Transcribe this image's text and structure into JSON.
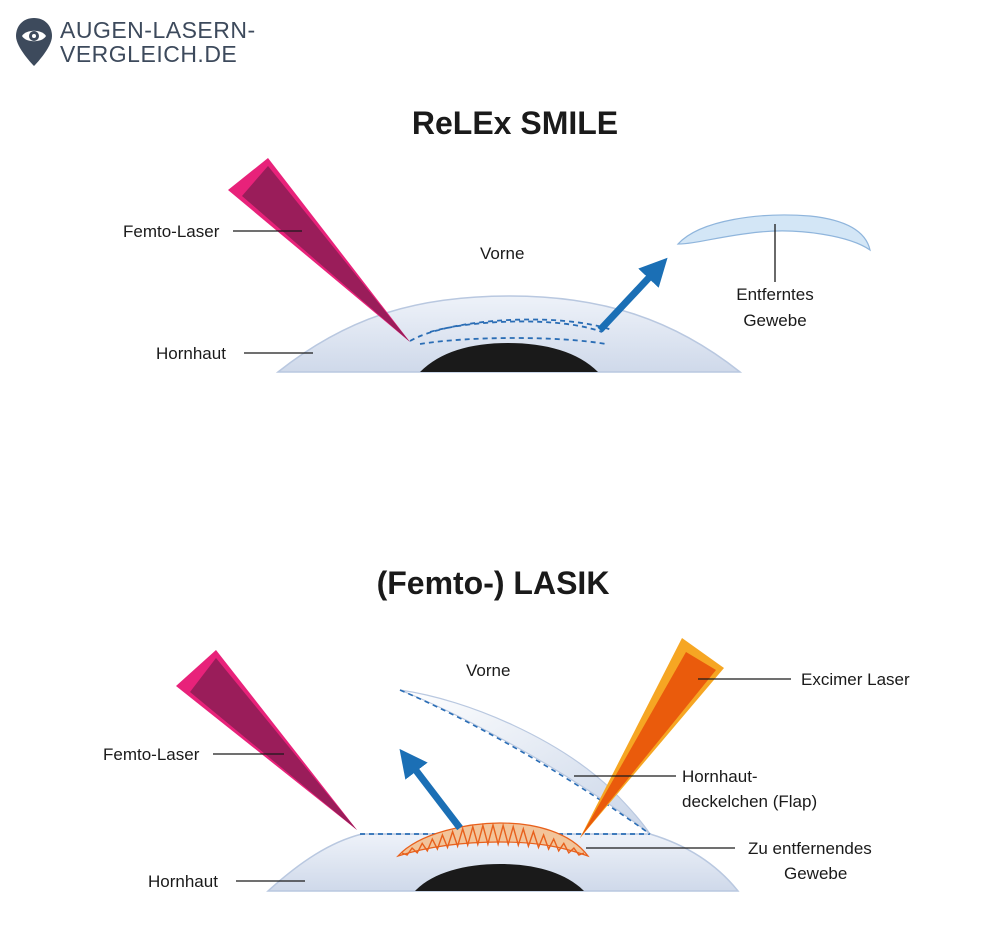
{
  "logo": {
    "line1": "AUGEN-LASERN-",
    "line2": "VERGLEICH.DE",
    "icon": "eye-location-pin-icon"
  },
  "smile": {
    "title": "ReLEx SMILE",
    "femto_label": "Femto-Laser",
    "front_label": "Vorne",
    "cornea_label": "Hornhaut",
    "removed_line1": "Entferntes",
    "removed_line2": "Gewebe"
  },
  "lasik": {
    "title": "(Femto-) LASIK",
    "front_label": "Vorne",
    "femto_label": "Femto-Laser",
    "excimer_label": "Excimer Laser",
    "flap_line1": "Hornhaut-",
    "flap_line2": "deckelchen (Flap)",
    "tissue_line1": "Zu entfernendes",
    "tissue_line2": "Gewebe",
    "cornea_label": "Hornhaut"
  },
  "colors": {
    "femto_light": "#e8227a",
    "femto_dark": "#9a1d5a",
    "excimer_light": "#f6a623",
    "excimer_dark": "#ea5b0c",
    "arrow": "#1b6fb5",
    "cornea_fill": "#dde6f3",
    "cornea_edge": "#b9c8e0",
    "pupil": "#1a1a1a",
    "removed_tissue": "#d3e6f6",
    "tissue_orange": "#e8601c",
    "dash": "#2a6db5",
    "text": "#1a1a1a"
  }
}
